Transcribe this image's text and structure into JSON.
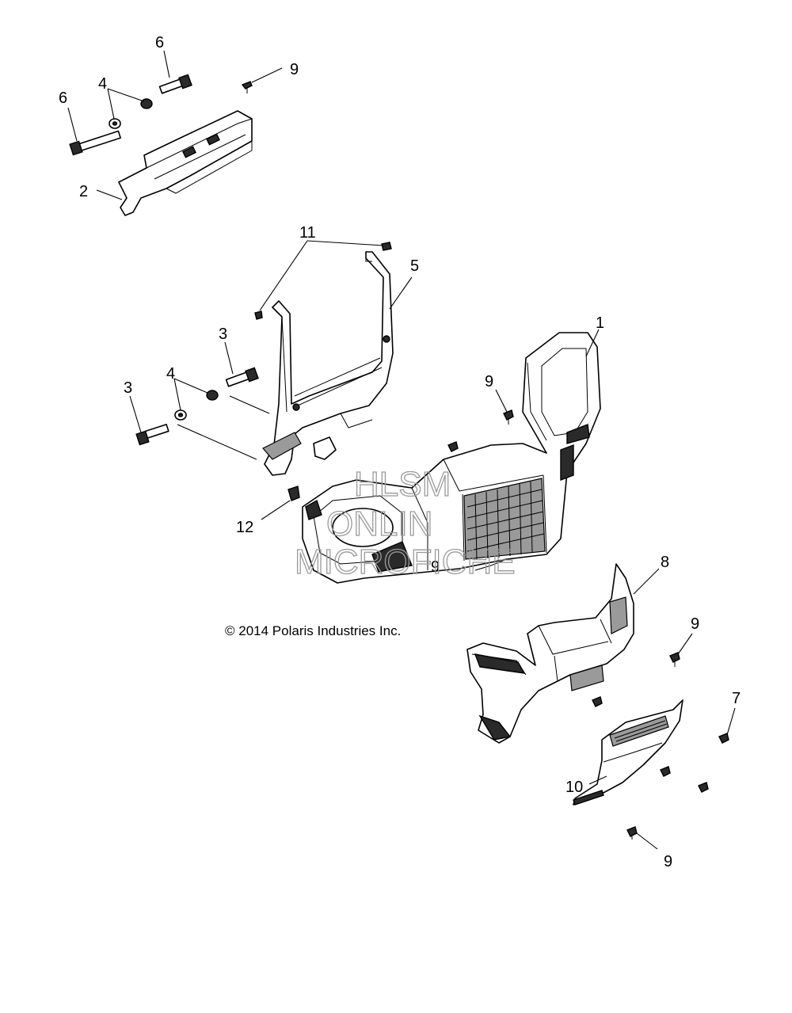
{
  "copyright": "© 2014 Polaris Industries Inc.",
  "watermark": {
    "line1": "HLSM",
    "line2": "ONLIN",
    "line3": "MICROFICHE"
  },
  "callouts": {
    "c1": "1",
    "c2": "2",
    "c3a": "3",
    "c3b": "3",
    "c4a": "4",
    "c4b": "4",
    "c5": "5",
    "c6a": "6",
    "c6b": "6",
    "c7": "7",
    "c8": "8",
    "c9a": "9",
    "c9b": "9",
    "c9c": "9",
    "c9d": "9",
    "c9e": "9",
    "c10": "10",
    "c11": "11",
    "c12": "12"
  }
}
